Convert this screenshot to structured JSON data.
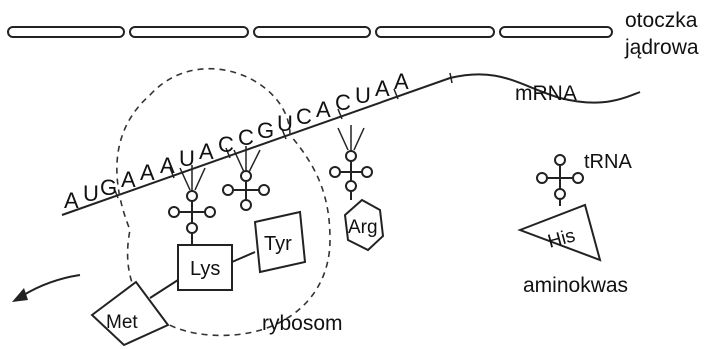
{
  "labels": {
    "nuclear_envelope_1": "otoczka",
    "nuclear_envelope_2": "jądrowa",
    "mrna": "mRNA",
    "trna": "tRNA",
    "amino_acid": "aminokwas",
    "ribosome": "rybosom"
  },
  "codons": {
    "b0": "A",
    "b1": "U",
    "b2": "G",
    "b3": "A",
    "b4": "A",
    "b5": "A",
    "b6": "U",
    "b7": "A",
    "b8": "C",
    "b9": "C",
    "b10": "G",
    "b11": "U",
    "b12": "C",
    "b13": "A",
    "b14": "C",
    "b15": "U",
    "b16": "A",
    "b17": "A"
  },
  "amino_acids": {
    "met": "Met",
    "lys": "Lys",
    "tyr": "Tyr",
    "arg": "Arg",
    "his": "His"
  }
}
